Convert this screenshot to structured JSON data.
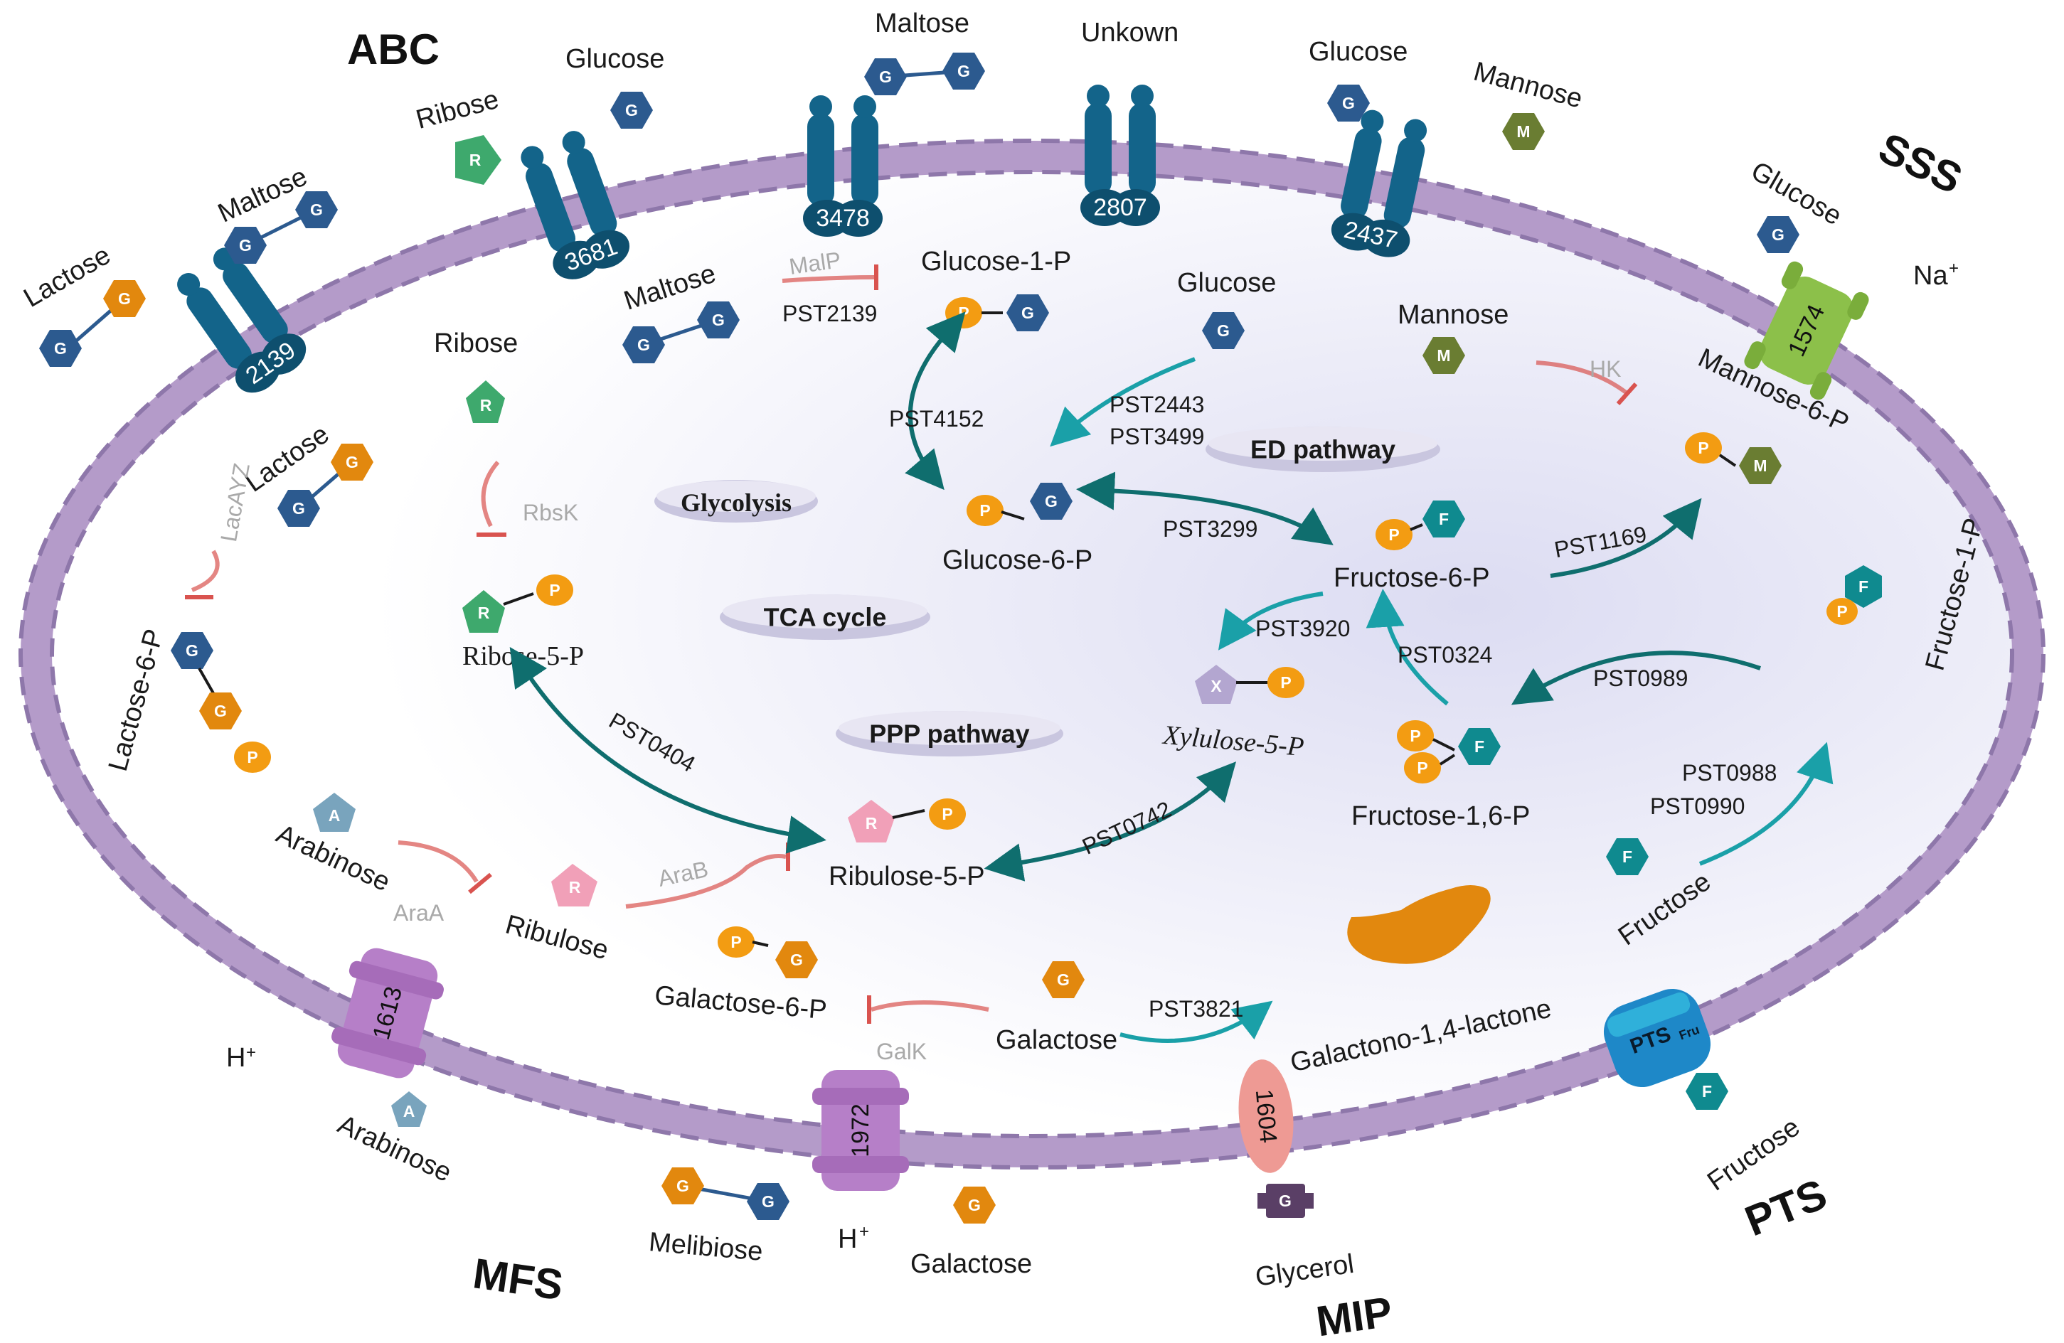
{
  "families": {
    "abc": "ABC",
    "sss": "SSS",
    "mfs": "MFS",
    "mip": "MIP",
    "pts": "PTS"
  },
  "ions": {
    "na": "Na",
    "na_sup": "+",
    "h_left": "H",
    "h_left_sup": "+",
    "h_bottom": "H",
    "h_bottom_sup": "+"
  },
  "transporters": {
    "t2139": "2139",
    "t3681": "3681",
    "t3478": "3478",
    "t2807": "2807",
    "t2437": "2437",
    "t1574": "1574",
    "t1613": "1613",
    "t1972": "1972",
    "t1604": "1604",
    "pts_main": "PTS",
    "pts_sub": "Fru"
  },
  "outside": {
    "lactose": "Lactose",
    "maltose_left": "Maltose",
    "ribose": "Ribose",
    "glucose_abc": "Glucose",
    "maltose_top": "Maltose",
    "unknown": "Unkown",
    "glucose_top": "Glucose",
    "mannose": "Mannose",
    "glucose_sss": "Glucose",
    "fructose": "Fructose",
    "glycerol": "Glycerol",
    "galactose": "Galactose",
    "melibiose": "Melibiose",
    "arabinose": "Arabinose"
  },
  "inside": {
    "maltose": "Maltose",
    "ribose": "Ribose",
    "lactose": "Lactose",
    "lactose6p": "Lactose-6-P",
    "ribose5p": "Ribose-5-P",
    "glucose1p": "Glucose-1-P",
    "glucose": "Glucose",
    "glucose6p": "Glucose-6-P",
    "mannose": "Mannose",
    "mannose6p": "Mannose-6-P",
    "fructose6p": "Fructose-6-P",
    "xylulose5p": "Xylulose-5-P",
    "fructose16p": "Fructose-1,6-P",
    "fructose1p": "Fructose-1-P",
    "fructose": "Fructose",
    "ribulose5p": "Ribulose-5-P",
    "arabinose": "Arabinose",
    "ribulose": "Ribulose",
    "galactose6p": "Galactose-6-P",
    "galactose": "Galactose",
    "galactonolactone": "Galactono-1,4-lactone"
  },
  "pathways": {
    "glycolysis": "Glycolysis",
    "tca": "TCA cycle",
    "ppp": "PPP pathway",
    "ed": "ED pathway"
  },
  "enzymes": {
    "malp": "MalP",
    "pst2139": "PST2139",
    "pst4152": "PST4152",
    "pst2443": "PST2443",
    "pst3499": "PST3499",
    "pst3299": "PST3299",
    "hk": "HK",
    "pst1169": "PST1169",
    "pst3920": "PST3920",
    "pst0324": "PST0324",
    "pst0989": "PST0989",
    "pst0988": "PST0988",
    "pst0990": "PST0990",
    "pst0404": "PST0404",
    "pst0742": "PST0742",
    "rbsk": "RbsK",
    "lacayz": "LacAYZ",
    "araa": "AraA",
    "arab": "AraB",
    "galk": "GalK",
    "pst3821": "PST3821"
  },
  "hex_letters": {
    "g": "G",
    "r": "R",
    "f": "F",
    "m": "M",
    "p": "P",
    "a": "A",
    "x": "X"
  },
  "colors": {
    "glucose": "#2c5a8f",
    "galactose": "#e2880e",
    "ribose": "#3ea96d",
    "mannose": "#6a7d32",
    "fructose": "#0f8a8f",
    "phosphate": "#f39c12",
    "arabinose": "#79a4bd",
    "xylulose": "#b3a6d0",
    "ribulose": "#f1a0b8",
    "glycerol": "#5a3f66",
    "membrane": "#b49bc9",
    "transporter_abc": "#13648a",
    "sss_transporter": "#8cc04a",
    "mfs_transporter": "#b67fc8",
    "mip_transporter": "#ee9a94",
    "pts_transporter": "#1e88c8",
    "enzyme_active": "#0f6e6e",
    "enzyme_inhibit": "#d9534f"
  }
}
